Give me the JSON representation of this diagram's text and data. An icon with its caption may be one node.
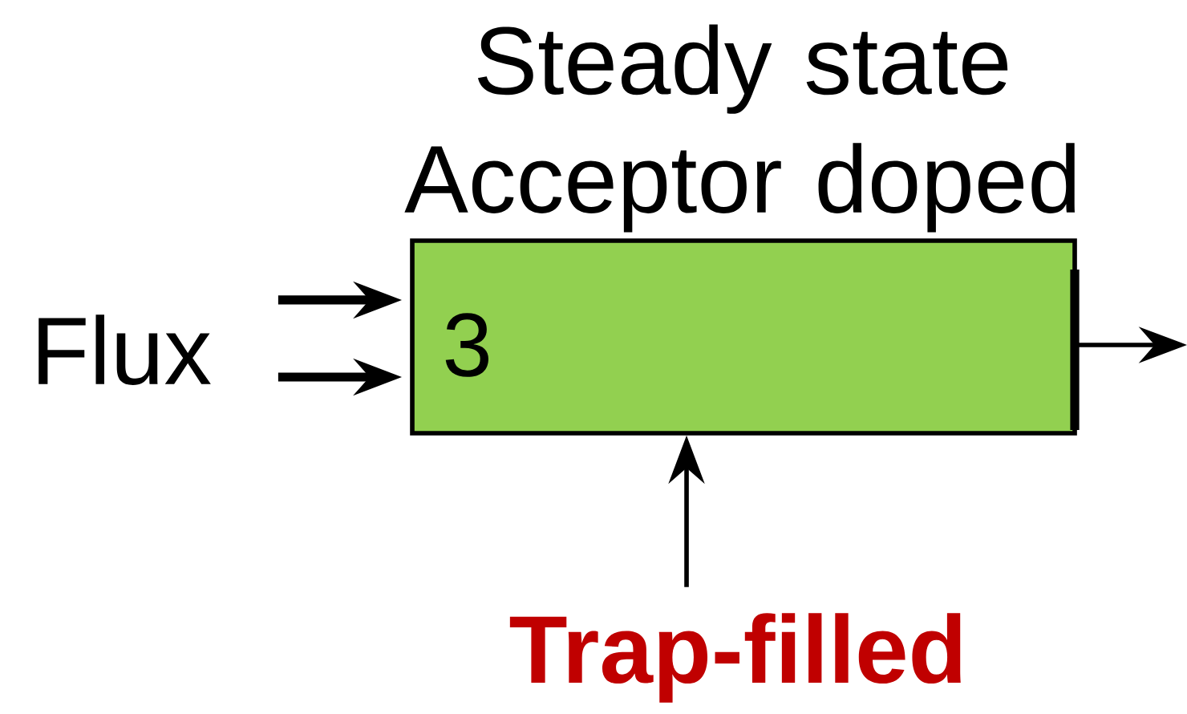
{
  "diagram": {
    "nodes": [
      {
        "text": [
          "Steady state Acceptor doped",
          "3"
        ]
      },
      {
        "text": [
          "Flux"
        ]
      },
      {
        "text": [
          "Trap-filled"
        ]
      }
    ],
    "edges": [
      {
        "from": 1,
        "to": 0,
        "arrow": "to",
        "style": "thick"
      },
      {
        "from": 1,
        "to": 0,
        "arrow": "to",
        "style": "thick"
      },
      {
        "from": 2,
        "to": 0,
        "arrow": "to"
      },
      {
        "from": 0,
        "to": null,
        "arrow": "to"
      }
    ]
  }
}
